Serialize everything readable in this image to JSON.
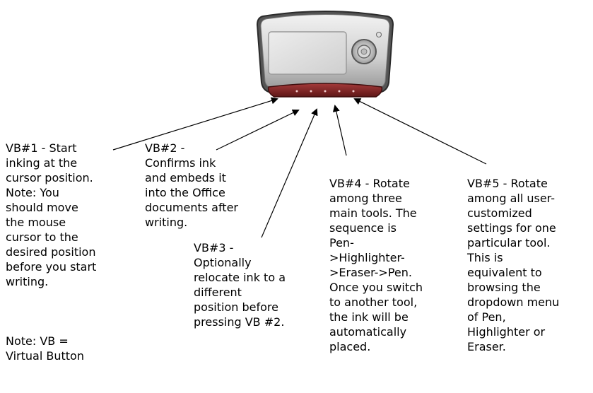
{
  "device": {
    "name": "tablet-pc-with-virtual-buttons",
    "button_count": 5
  },
  "callouts": [
    {
      "id": "vb1",
      "text": "VB#1 - Start\ninking at the\ncursor position.\nNote: You\nshould move\nthe mouse\ncursor to the\ndesired position\nbefore you start\nwriting."
    },
    {
      "id": "vb2",
      "text": "VB#2 -\nConfirms ink\nand embeds it\ninto the Office\ndocuments after\nwriting."
    },
    {
      "id": "vb3",
      "text": "VB#3 -\nOptionally\nrelocate ink to a\ndifferent\nposition before\npressing VB #2."
    },
    {
      "id": "vb4",
      "text": "VB#4 - Rotate\namong three\nmain tools. The\nsequence is\nPen-\n>Highlighter-\n>Eraser->Pen.\nOnce you switch\nto another tool,\nthe ink will be\nautomatically\nplaced."
    },
    {
      "id": "vb5",
      "text": "VB#5 - Rotate\namong all user-\ncustomized\nsettings for one\nparticular tool.\nThis is\nequivalent to\nbrowsing the\ndropdown menu\nof Pen,\nHighlighter or\nEraser."
    }
  ],
  "footnote": "Note: VB =\nVirtual Button",
  "colors": {
    "device_body": "#d9d9d9",
    "device_frame": "#4a4a4a",
    "button_strip": "#8b2a2a",
    "line": "#000000"
  }
}
